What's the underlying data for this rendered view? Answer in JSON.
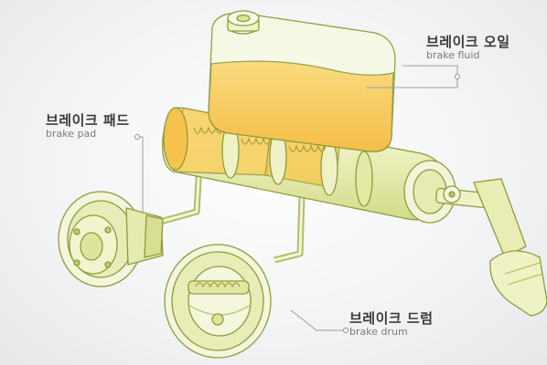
{
  "labels": {
    "brake_fluid": {
      "ko": "브레이크 오일",
      "en": "brake fluid"
    },
    "brake_pad": {
      "ko": "브레이크 패드",
      "en": "brake pad"
    },
    "brake_drum": {
      "ko": "브레이크 드럼",
      "en": "brake drum"
    }
  },
  "colors": {
    "line": "#9aa84a",
    "part_fill": "#f1f4c8",
    "fluid": "#f7c24a",
    "background": "#eef0f1"
  }
}
